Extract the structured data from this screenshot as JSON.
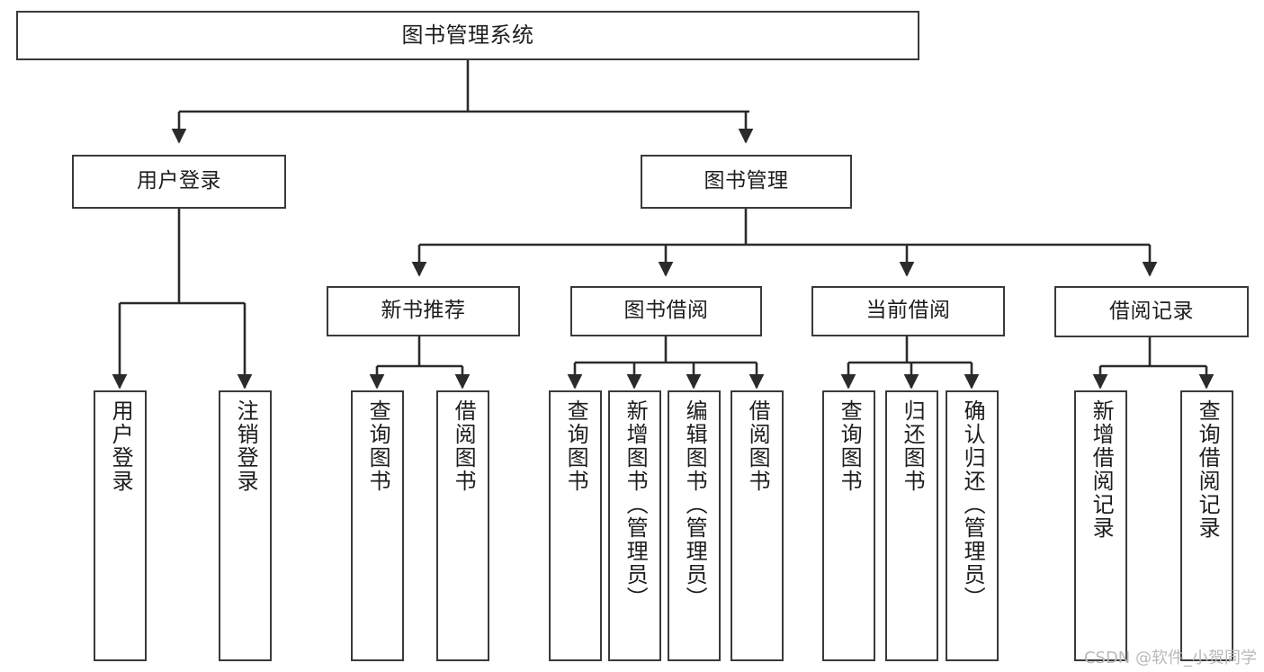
{
  "diagram": {
    "title": "图书管理系统",
    "watermark": "CSDN @软件_小贺同学",
    "colors": {
      "background": "#ffffff",
      "box_border": "#3a3a3a",
      "box_fill": "#ffffff",
      "connector": "#2b2b2b",
      "text": "#1d1d1d",
      "watermark": "#b9b9b9"
    },
    "root": {
      "label": "图书管理系统"
    },
    "level2": [
      {
        "id": "user-login",
        "label": "用户登录"
      },
      {
        "id": "book-management",
        "label": "图书管理"
      }
    ],
    "level3": [
      {
        "id": "new-book-recommend",
        "label": "新书推荐"
      },
      {
        "id": "book-borrow",
        "label": "图书借阅"
      },
      {
        "id": "current-borrow",
        "label": "当前借阅"
      },
      {
        "id": "borrow-record",
        "label": "借阅记录"
      }
    ],
    "leaves": {
      "user_login": [
        {
          "id": "user-login-leaf",
          "label": "用户登录"
        },
        {
          "id": "logout-leaf",
          "label": "注销登录"
        }
      ],
      "new_book_recommend": [
        {
          "id": "query-book-1",
          "label": "查询图书"
        },
        {
          "id": "borrow-book-1",
          "label": "借阅图书"
        }
      ],
      "book_borrow": [
        {
          "id": "query-book-2",
          "label": "查询图书"
        },
        {
          "id": "add-book-admin",
          "label": "新增图书（管理员）"
        },
        {
          "id": "edit-book-admin",
          "label": "编辑图书（管理员）"
        },
        {
          "id": "borrow-book-2",
          "label": "借阅图书"
        }
      ],
      "current_borrow": [
        {
          "id": "query-book-3",
          "label": "查询图书"
        },
        {
          "id": "return-book",
          "label": "归还图书"
        },
        {
          "id": "confirm-return-admin",
          "label": "确认归还（管理员）"
        }
      ],
      "borrow_record": [
        {
          "id": "add-borrow-record",
          "label": "新增借阅记录"
        },
        {
          "id": "query-borrow-record",
          "label": "查询借阅记录"
        }
      ]
    }
  }
}
